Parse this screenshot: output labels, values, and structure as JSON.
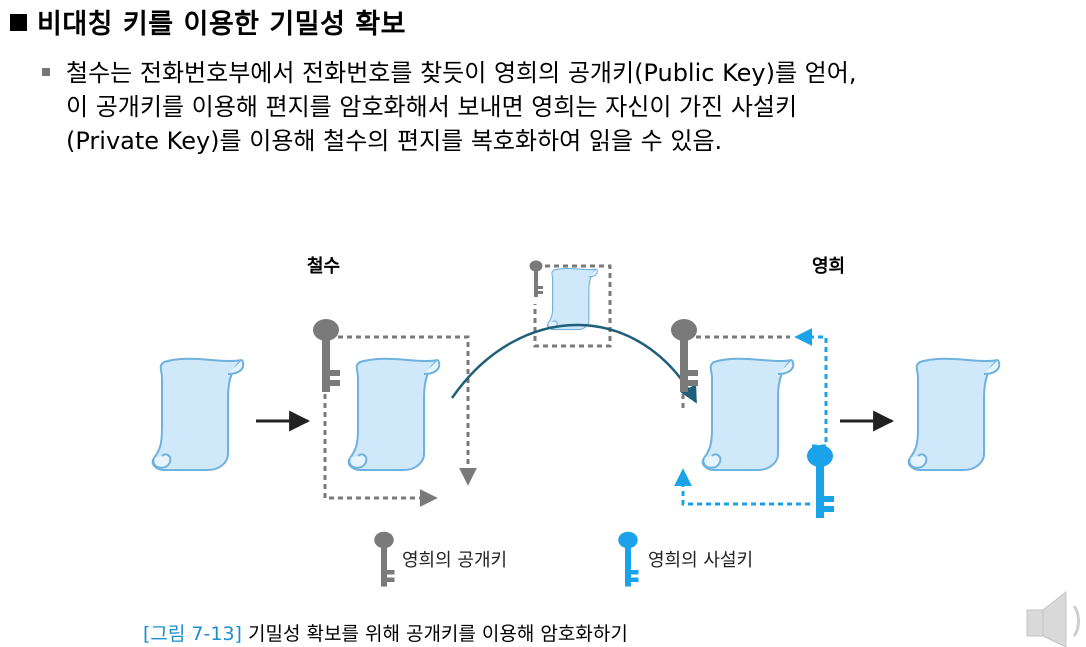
{
  "title": "비대칭 키를 이용한 기밀성 확보",
  "bullet": "철수는 전화번호부에서 전화번호를 찾듯이 영희의 공개키(Public Key)를 얻어,\n이 공개키를 이용해 편지를 암호화해서 보내면 영희는 자신이 가진 사설키\n(Private Key)를 이용해 철수의 편지를 복호화하여 읽을 수 있음.",
  "diagram": {
    "sender": "철수",
    "receiver": "영희",
    "legend": {
      "public_key": "영희의 공개키",
      "private_key": "영희의 사설키"
    },
    "colors": {
      "public_key": "#7a7a7a",
      "private_key": "#1aa3e8",
      "letter_fill": "#cfe8fa",
      "letter_stroke": "#6fb2de",
      "arrow": "#222222",
      "arc": "#1f5f7a"
    }
  },
  "caption": {
    "ref": "[그림 7-13]",
    "text": "기밀성 확보를 위해 공개키를 이용해 암호화하기"
  },
  "icons": [
    "square-bullet-icon",
    "scroll-icon",
    "key-icon",
    "speaker-icon"
  ]
}
